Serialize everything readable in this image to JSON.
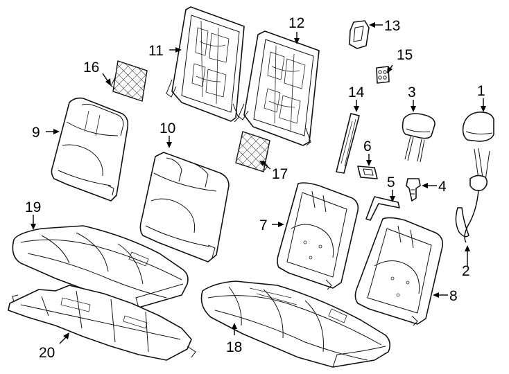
{
  "diagram": {
    "callouts": [
      {
        "id": 1,
        "label": "1",
        "part": "headrest-outer"
      },
      {
        "id": 2,
        "label": "2",
        "part": "headrest-cable-assembly"
      },
      {
        "id": 3,
        "label": "3",
        "part": "headrest-center"
      },
      {
        "id": 4,
        "label": "4",
        "part": "headrest-guide-bolt"
      },
      {
        "id": 5,
        "label": "5",
        "part": "hook-rod"
      },
      {
        "id": 6,
        "label": "6",
        "part": "clip-bracket"
      },
      {
        "id": 7,
        "label": "7",
        "part": "seat-back-pad-right"
      },
      {
        "id": 8,
        "label": "8",
        "part": "seat-back-pad-left"
      },
      {
        "id": 9,
        "label": "9",
        "part": "seat-back-cover-left"
      },
      {
        "id": 10,
        "label": "10",
        "part": "seat-back-cover-right"
      },
      {
        "id": 11,
        "label": "11",
        "part": "seat-back-frame-left"
      },
      {
        "id": 12,
        "label": "12",
        "part": "seat-back-frame-right"
      },
      {
        "id": 13,
        "label": "13",
        "part": "release-handle"
      },
      {
        "id": 14,
        "label": "14",
        "part": "trim-strip"
      },
      {
        "id": 15,
        "label": "15",
        "part": "switch-module"
      },
      {
        "id": 16,
        "label": "16",
        "part": "lumbar-mesh-left"
      },
      {
        "id": 17,
        "label": "17",
        "part": "lumbar-mesh-right"
      },
      {
        "id": 18,
        "label": "18",
        "part": "cushion-pad"
      },
      {
        "id": 19,
        "label": "19",
        "part": "cushion-cover"
      },
      {
        "id": 20,
        "label": "20",
        "part": "cushion-frame"
      }
    ]
  }
}
